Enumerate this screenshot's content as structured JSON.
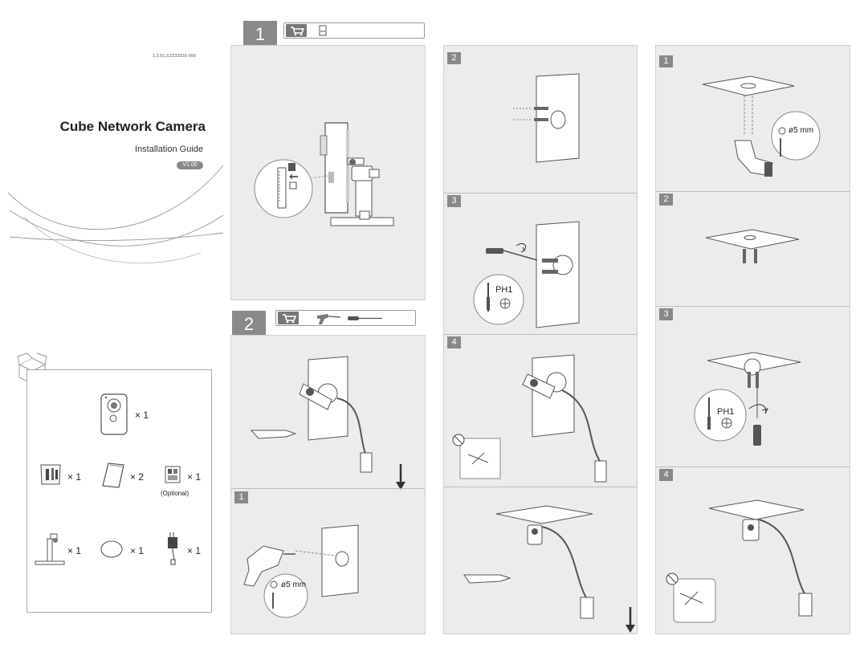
{
  "cover": {
    "part_number": "1.2.51.3.2233316-000",
    "title": "Cube Network Camera",
    "subtitle": "Installation Guide",
    "version": "V1.00"
  },
  "package": {
    "items": [
      {
        "icon": "camera-icon",
        "qty": "× 1"
      },
      {
        "icon": "screw-bag-icon",
        "qty": "× 1"
      },
      {
        "icon": "documents-icon",
        "qty": "× 2"
      },
      {
        "icon": "sd-card-icon",
        "qty": "× 1",
        "note": "(Optional)"
      },
      {
        "icon": "bracket-icon",
        "qty": "× 1"
      },
      {
        "icon": "sticker-icon",
        "qty": "× 1"
      },
      {
        "icon": "power-adapter-icon",
        "qty": "× 1"
      }
    ]
  },
  "sections": {
    "s1": {
      "number": "1"
    },
    "s2": {
      "number": "2"
    }
  },
  "steps": {
    "wall_2": "2",
    "wall_3": "3",
    "wall_4": "4",
    "left_1": "1",
    "ceil_1": "1",
    "ceil_2": "2",
    "ceil_3": "3",
    "ceil_4": "4"
  },
  "labels": {
    "drill_size": "ø5 mm",
    "screwdriver": "PH1"
  }
}
